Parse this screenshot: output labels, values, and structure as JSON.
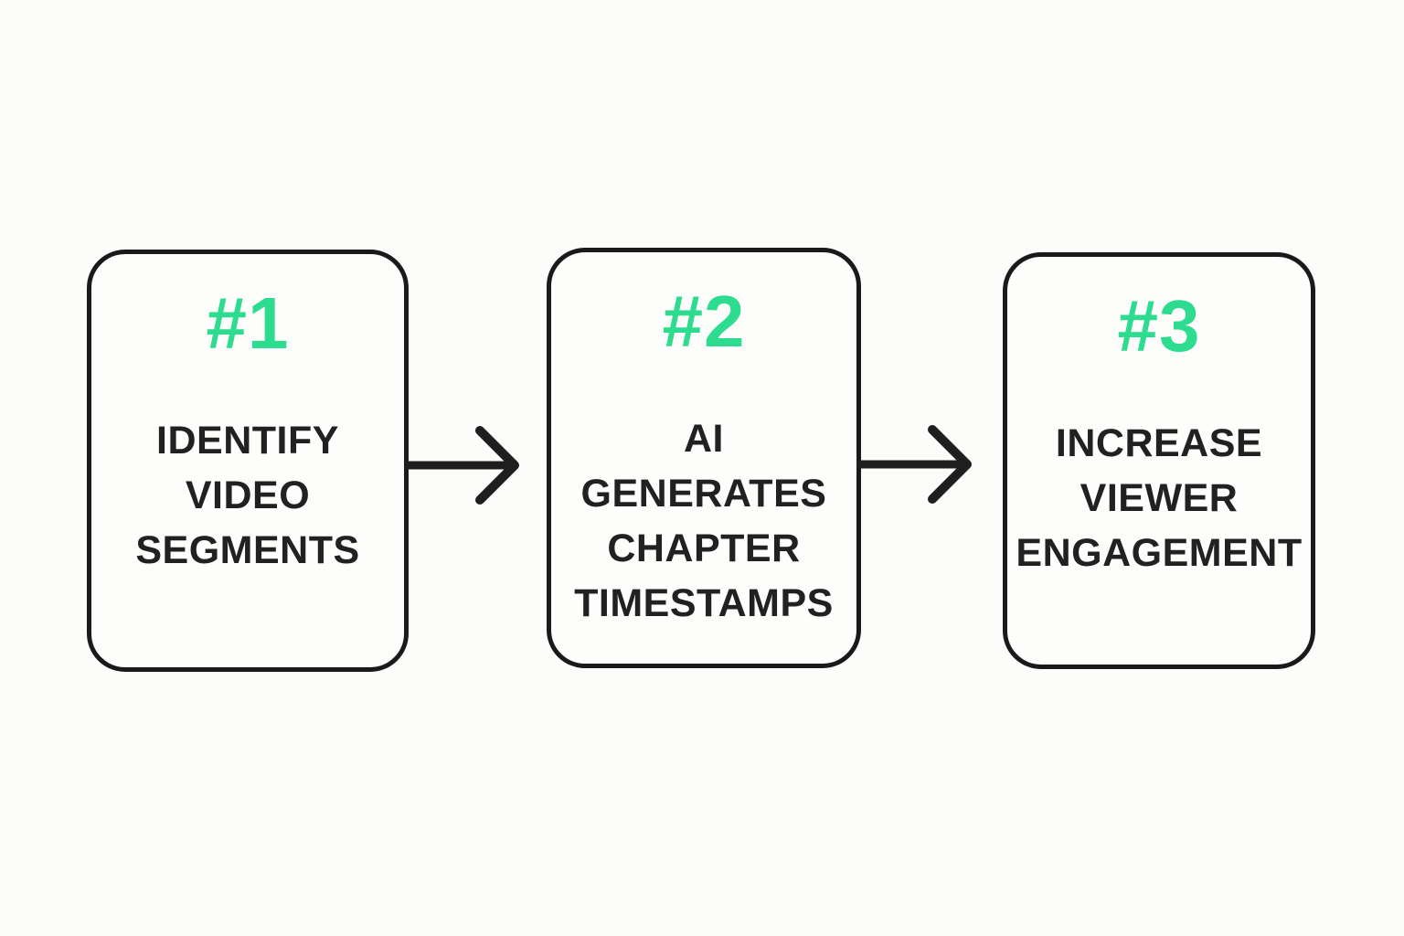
{
  "diagram": {
    "type": "flowchart",
    "direction": "left-to-right",
    "background": "#fcfcfa",
    "colors": {
      "accent_green": "#2edc8f",
      "text_dark": "#212121",
      "box_border": "#1a1a1a",
      "arrow": "#1e1e1e"
    },
    "steps": [
      {
        "number": "#1",
        "lines": [
          "IDENTIFY",
          "VIDEO",
          "SEGMENTS"
        ]
      },
      {
        "number": "#2",
        "lines": [
          "AI",
          "GENERATES",
          "CHAPTER",
          "TIMESTAMPS"
        ]
      },
      {
        "number": "#3",
        "lines": [
          "INCREASE",
          "VIEWER",
          "ENGAGEMENT"
        ]
      }
    ],
    "connectors": [
      "arrow-right",
      "arrow-right"
    ]
  }
}
